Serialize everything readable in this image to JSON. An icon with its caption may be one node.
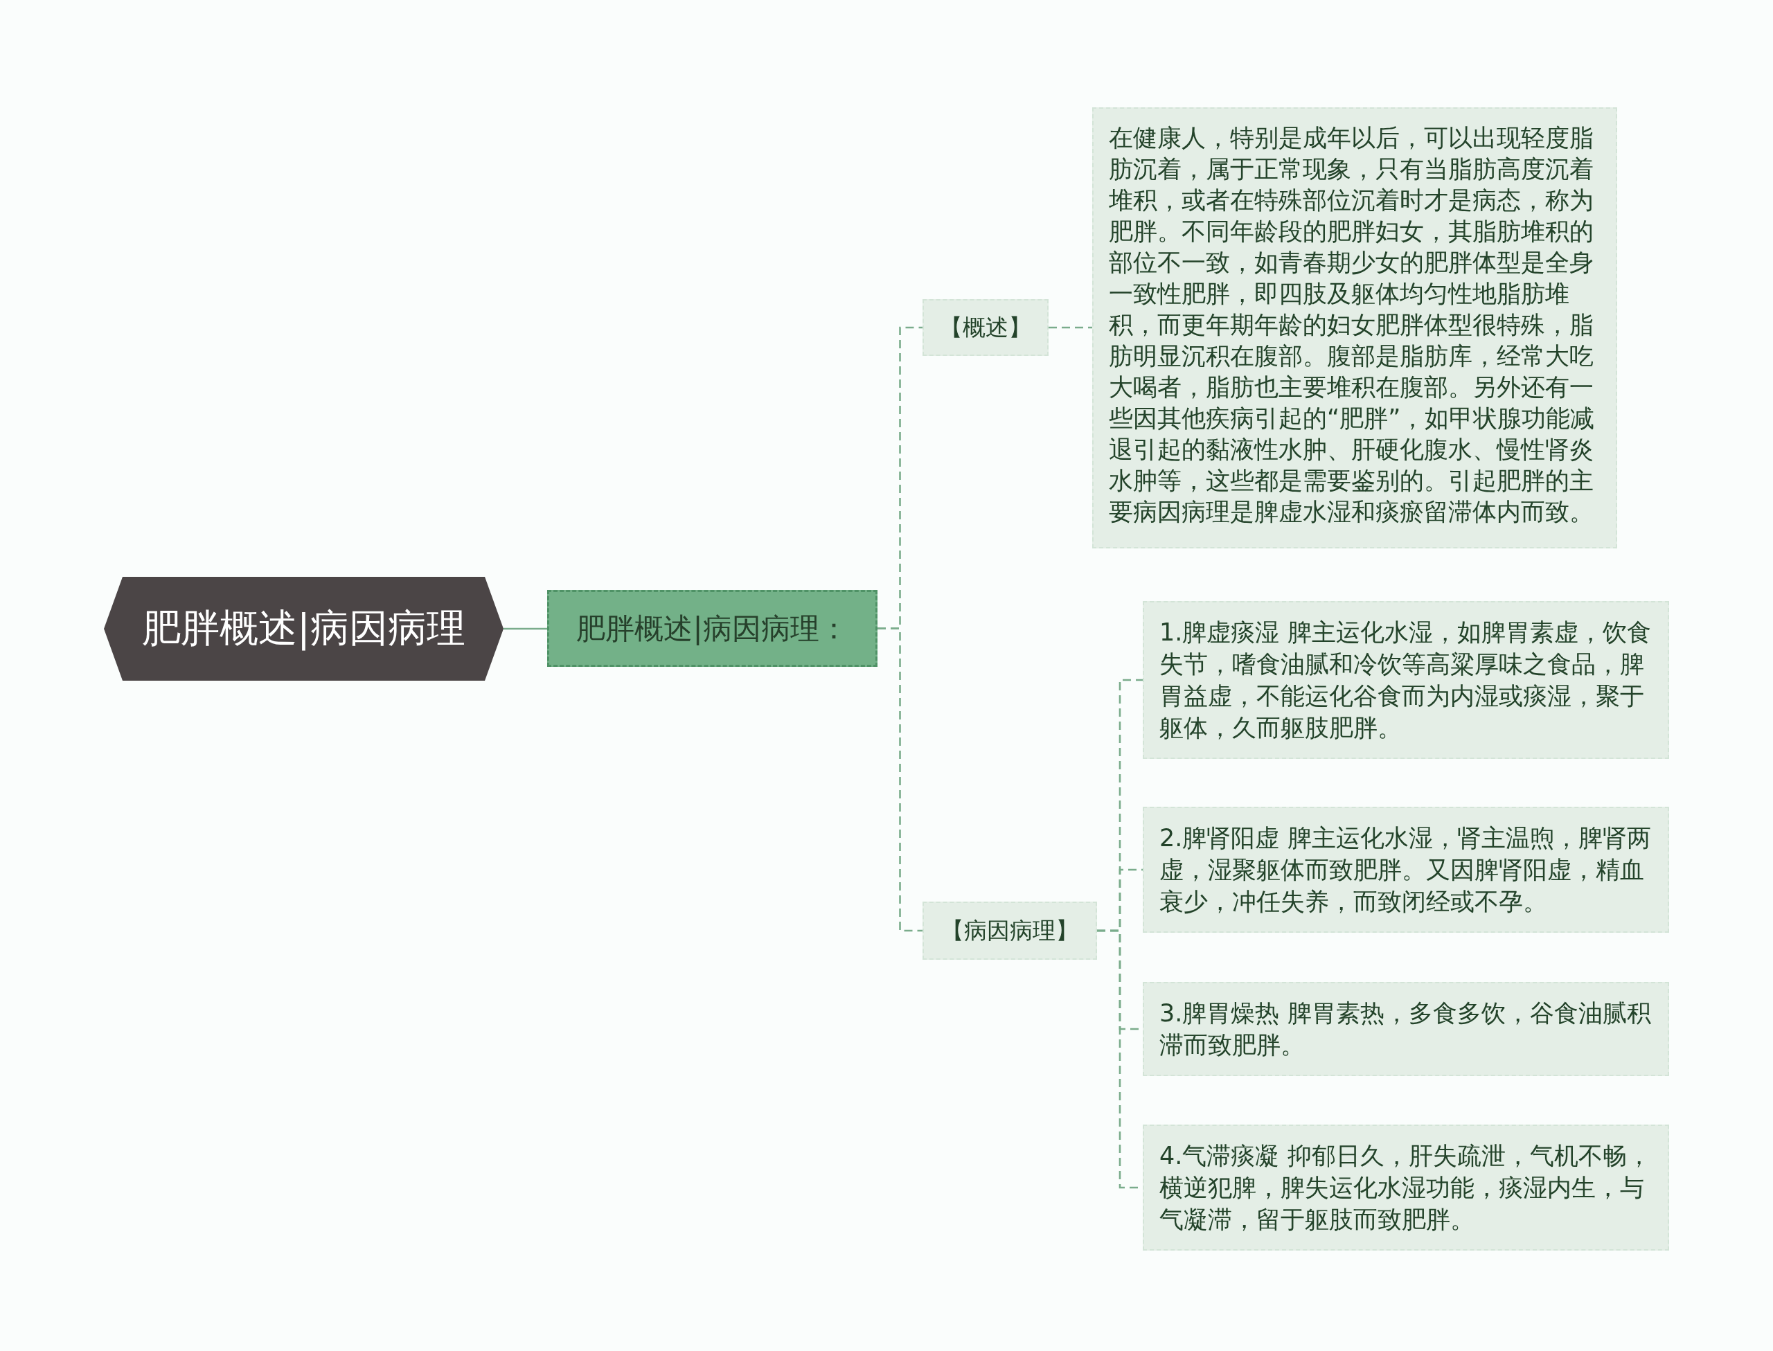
{
  "diagram": {
    "nodes": [
      {
        "text": [
          "肥胖概述|病因病理"
        ]
      },
      {
        "text": [
          "肥胖概述|病因病理："
        ]
      },
      {
        "text": [
          "【概述】"
        ]
      },
      {
        "text": [
          "在健康人，特别是成年以后，可以出现轻度脂肪沉着，属于正常现象，只有当脂肪高度沉着堆积，或者在特殊部位沉着时才是病态，称为肥胖。不同年龄段的肥胖妇女，其脂肪堆积的部位不一致，如青春期少女的肥胖体型是全身一致性肥胖，即四肢及躯体均匀性地脂肪堆积，而更年期年龄的妇女肥胖体型很特殊，脂肪明显沉积在腹部。腹部是脂肪库，经常大吃大喝者，脂肪也主要堆积在腹部。另外还有一些因其他疾病引起的“肥胖”，如甲状腺功能减退引起的黏液性水肿、肝硬化腹水、慢性肾炎水肿等，这些都是需要鉴别的。引起肥胖的主要病因病理是脾虚水湿和痰瘀留滞体内而致。"
        ]
      },
      {
        "text": [
          "【病因病理】"
        ]
      },
      {
        "text": [
          "1.脾虚痰湿 脾主运化水湿，如脾胃素虚，饮食失节，嗜食油腻和冷饮等高粱厚味之食品，脾胃益虚，不能运化谷食而为内湿或痰湿，聚于躯体，久而躯肢肥胖。"
        ]
      },
      {
        "text": [
          "2.脾肾阳虚 脾主运化水湿，肾主温煦，脾肾两虚，湿聚躯体而致肥胖。又因脾肾阳虚，精血衰少，冲任失养，而致闭经或不孕。"
        ]
      },
      {
        "text": [
          "3.脾胃燥热 脾胃素热，多食多饮，谷食油腻积滞而致肥胖。"
        ]
      },
      {
        "text": [
          "4.气滞痰凝 抑郁日久，肝失疏泄，气机不畅，横逆犯脾，脾失运化水湿功能，痰湿内生，与气凝滞，留于躯肢而致肥胖。"
        ]
      }
    ],
    "edges": [
      {
        "from": 0,
        "to": 1,
        "arrow": "none"
      },
      {
        "from": 1,
        "to": 2,
        "arrow": "none",
        "style": "dashed"
      },
      {
        "from": 2,
        "to": 3,
        "arrow": "none",
        "style": "dashed"
      },
      {
        "from": 1,
        "to": 4,
        "arrow": "none",
        "style": "dashed"
      },
      {
        "from": 4,
        "to": 5,
        "arrow": "none",
        "style": "dashed"
      },
      {
        "from": 4,
        "to": 6,
        "arrow": "none",
        "style": "dashed"
      },
      {
        "from": 4,
        "to": 7,
        "arrow": "none",
        "style": "dashed"
      },
      {
        "from": 4,
        "to": 8,
        "arrow": "none",
        "style": "dashed"
      }
    ]
  }
}
